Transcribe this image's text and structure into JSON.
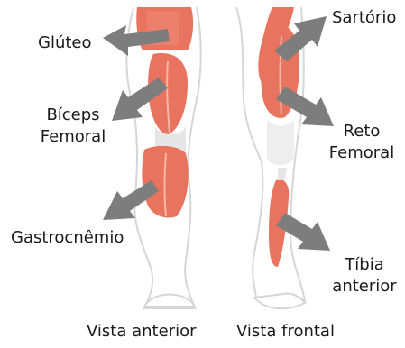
{
  "labels": {
    "gluteo": "Glúteo",
    "biceps_line1": "Bíceps",
    "biceps_line2": "Femoral",
    "gastrocnemio": "Gastrocnêmio",
    "sartorio": "Sartório",
    "reto_line1": "Reto",
    "reto_line2": "Femoral",
    "tibia_line1": "Tíbia",
    "tibia_line2": "anterior",
    "vista_anterior": "Vista anterior",
    "vista_frontal": "Vista frontal"
  },
  "colors": {
    "muscle": "#e8735f",
    "muscle_light": "#f3a393",
    "arrow": "#7d7d7d",
    "outline": "#cfcfcf",
    "tendon": "#e9e9e9"
  }
}
